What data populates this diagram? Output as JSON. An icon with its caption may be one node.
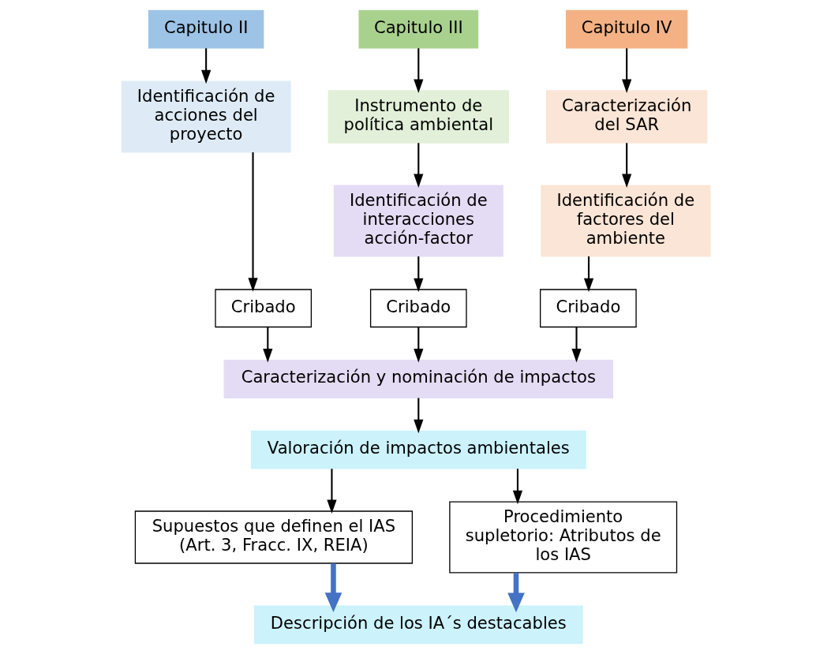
{
  "diagram": {
    "nodes": [
      {
        "text": [
          "Capitulo II"
        ]
      },
      {
        "text": [
          "Identificación de acciones del proyecto"
        ]
      },
      {
        "text": [
          "Cribado"
        ]
      },
      {
        "text": [
          "Capitulo III"
        ]
      },
      {
        "text": [
          "Instrumento de política ambiental"
        ]
      },
      {
        "text": [
          "Identificación de interacciones acción-factor"
        ]
      },
      {
        "text": [
          "Cribado"
        ]
      },
      {
        "text": [
          "Capitulo IV"
        ]
      },
      {
        "text": [
          "Caracterización del SAR"
        ]
      },
      {
        "text": [
          "Identificación de factores del ambiente"
        ]
      },
      {
        "text": [
          "Cribado"
        ]
      },
      {
        "text": [
          "Caracterización y nominación de impactos"
        ]
      },
      {
        "text": [
          "Valoración de impactos ambientales"
        ]
      },
      {
        "text": [
          "Supuestos que definen el IAS (Art. 3, Fracc. IX, REIA)"
        ]
      },
      {
        "text": [
          "Procedimiento supletorio: Atributos de los IAS"
        ]
      },
      {
        "text": [
          "Descripción de los IA´s destacables"
        ]
      }
    ],
    "edges": [
      {
        "from": 0,
        "to": 1,
        "arrow": "to"
      },
      {
        "from": 1,
        "to": 2,
        "arrow": "to"
      },
      {
        "from": 2,
        "to": 11,
        "arrow": "to"
      },
      {
        "from": 3,
        "to": 4,
        "arrow": "to"
      },
      {
        "from": 4,
        "to": 5,
        "arrow": "to"
      },
      {
        "from": 5,
        "to": 6,
        "arrow": "to"
      },
      {
        "from": 6,
        "to": 11,
        "arrow": "to"
      },
      {
        "from": 7,
        "to": 8,
        "arrow": "to"
      },
      {
        "from": 8,
        "to": 9,
        "arrow": "to"
      },
      {
        "from": 9,
        "to": 10,
        "arrow": "to"
      },
      {
        "from": 10,
        "to": 11,
        "arrow": "to"
      },
      {
        "from": 11,
        "to": 12,
        "arrow": "to"
      },
      {
        "from": 12,
        "to": 13,
        "arrow": "to"
      },
      {
        "from": 12,
        "to": 14,
        "arrow": "to"
      },
      {
        "from": 13,
        "to": 15,
        "arrow": "to",
        "style": "thick",
        "color": "#4472c4"
      },
      {
        "from": 14,
        "to": 15,
        "arrow": "to",
        "style": "thick",
        "color": "#4472c4"
      }
    ]
  }
}
